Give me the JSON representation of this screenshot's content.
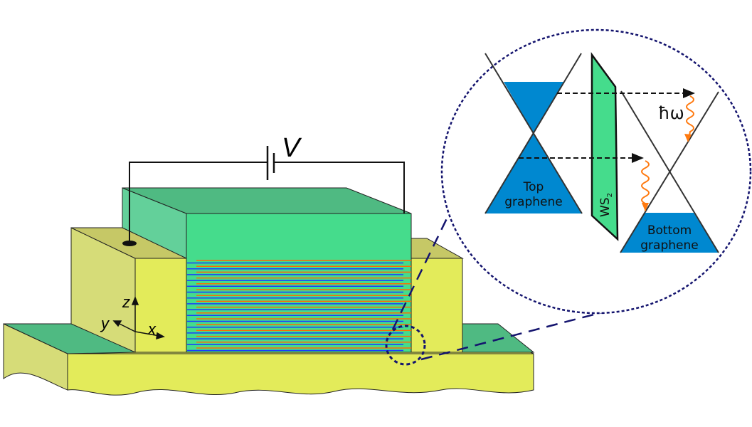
{
  "labels": {
    "voltage": "V",
    "axis_x": "x",
    "axis_y": "y",
    "axis_z": "z",
    "photon": "ħω",
    "top_graphene_1": "Top",
    "top_graphene_2": "graphene",
    "barrier": "WS",
    "barrier_sub": "2",
    "bottom_graphene_1": "Bottom",
    "bottom_graphene_2": "graphene"
  },
  "colors": {
    "substrate": "#e3eb5a",
    "substrate_side": "#d6dc78",
    "stack_green": "#45dc8c",
    "stack_top": "#4fba82",
    "graphene_blue": "#0088d0",
    "layer_orange": "#ff6a00",
    "layer_blue": "#1a3cff",
    "inset_dash": "#14146e",
    "photon_orange": "#ff7a10"
  }
}
